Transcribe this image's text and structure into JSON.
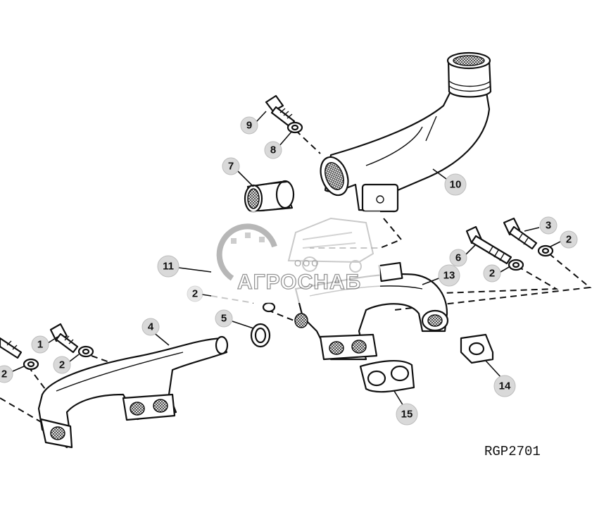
{
  "diagram": {
    "reference_code": "RGP2701",
    "callouts": [
      {
        "id": "1",
        "label": "1"
      },
      {
        "id": "2a",
        "label": "2"
      },
      {
        "id": "2b",
        "label": "2"
      },
      {
        "id": "2c",
        "label": "2"
      },
      {
        "id": "2d",
        "label": "2"
      },
      {
        "id": "2e",
        "label": "2"
      },
      {
        "id": "3",
        "label": "3"
      },
      {
        "id": "4",
        "label": "4"
      },
      {
        "id": "5",
        "label": "5"
      },
      {
        "id": "6",
        "label": "6"
      },
      {
        "id": "7",
        "label": "7"
      },
      {
        "id": "8",
        "label": "8"
      },
      {
        "id": "9",
        "label": "9"
      },
      {
        "id": "10",
        "label": "10"
      },
      {
        "id": "11",
        "label": "11"
      },
      {
        "id": "13",
        "label": "13"
      },
      {
        "id": "14",
        "label": "14"
      },
      {
        "id": "15",
        "label": "15"
      }
    ]
  },
  "watermark": {
    "prefix": "ООО",
    "brand": "АГРОСНАБ"
  },
  "colors": {
    "ink": "#111111",
    "callout_fill": "#d9d9d9",
    "watermark_gray": "#8a8a8a"
  }
}
